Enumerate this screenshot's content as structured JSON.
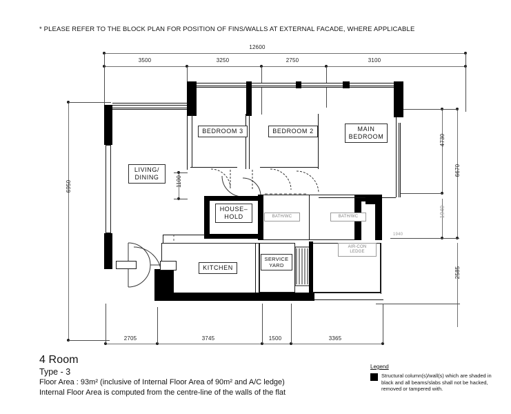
{
  "note": "* PLEASE REFER TO THE BLOCK PLAN FOR POSITION OF FINS/WALLS AT EXTERNAL FACADE, WHERE APPLICABLE",
  "dimensions": {
    "top_total": "12600",
    "top_segments": [
      "3500",
      "3250",
      "2750",
      "3100"
    ],
    "bottom_segments": [
      "2705",
      "3745",
      "1500",
      "3365"
    ],
    "left_total": "6950",
    "right_upper": "4730",
    "right_total": "6670",
    "right_mid": "1940",
    "right_lower": "2585",
    "interior_vertical": "1100"
  },
  "rooms": {
    "bedroom3": "BEDROOM 3",
    "bedroom2": "BEDROOM 2",
    "main_bedroom": "MAIN\nBEDROOM",
    "living_dining": "LIVING/\nDINING",
    "household": "HOUSE–\nHOLD",
    "kitchen": "KITCHEN",
    "service_yard": "SERVICE\nYARD",
    "bath_left": "BATH/WC",
    "bath_right": "BATH/WC",
    "aircon_ledge": "AIR-CON\nLEDGE"
  },
  "caption": {
    "title": "4 Room",
    "type": "Type - 3",
    "floor_area": "Floor Area : 93m² (inclusive of Internal Floor Area of 90m² and A/C ledge)",
    "internal_note": "Internal Floor Area is computed from the centre-line of the walls of the flat"
  },
  "legend": {
    "title": "Legend",
    "text": "Structural column(s)/wall(s) which are shaded in black and all beams/slabs shall not be hacked, removed or tampered with.",
    "swatch_color": "#000000"
  }
}
